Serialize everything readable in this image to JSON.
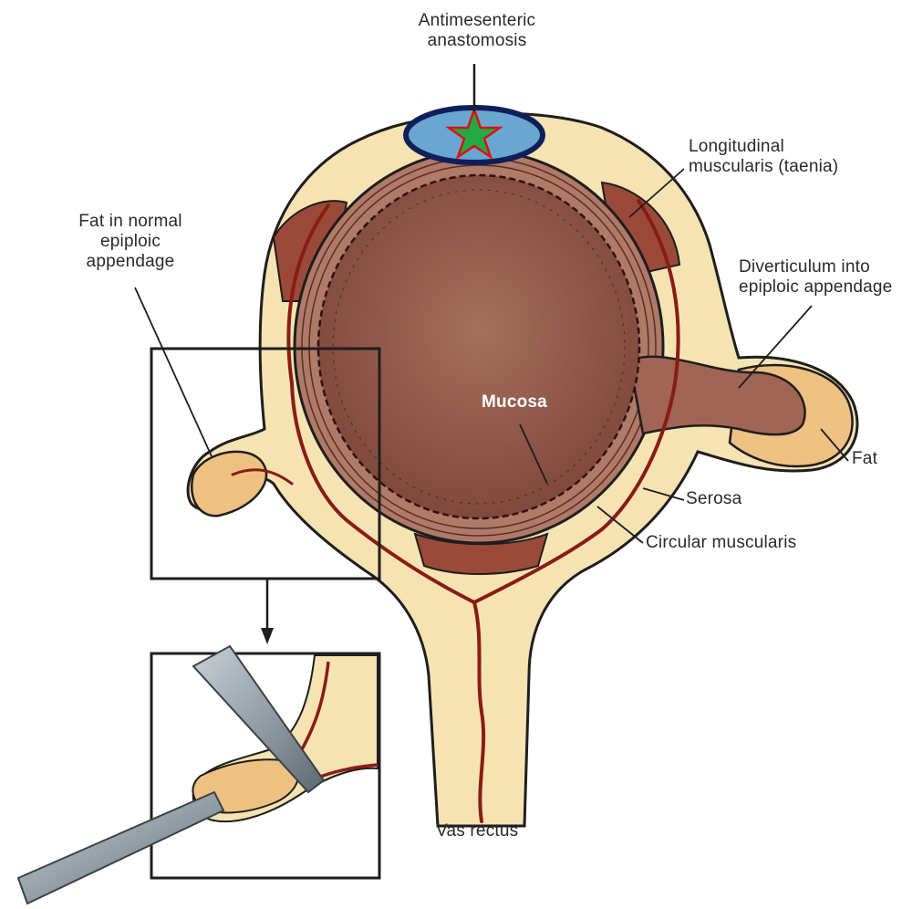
{
  "labels": {
    "antimesenteric": [
      "Antimesenteric",
      "anastomosis"
    ],
    "longitudinal": [
      "Longitudinal",
      "muscularis (taenia)"
    ],
    "fat_normal": [
      "Fat in normal",
      "epiploic",
      "appendage"
    ],
    "diverticulum": [
      "Diverticulum into",
      "epiploic appendage"
    ],
    "mucosa": "Mucosa",
    "fat": "Fat",
    "serosa": "Serosa",
    "circular": "Circular muscularis",
    "vas_rectus": "Vas rectus"
  },
  "colors": {
    "fat_yellow": "#f6e3b2",
    "fat_orange": "#eec182",
    "muscle_dark": "#9b4a3a",
    "lumen": "#925a4a",
    "vessel": "#8a1c16",
    "outline": "#1e1e1e",
    "highlight_fill": "#6aa6cf",
    "highlight_ring": "#0f1f5c",
    "star_fill": "#22aa44",
    "star_stroke": "#e01010",
    "instrument": "#8f9aa2"
  },
  "icons": {
    "marker": "star-icon",
    "arrow": "arrow-down-icon"
  }
}
